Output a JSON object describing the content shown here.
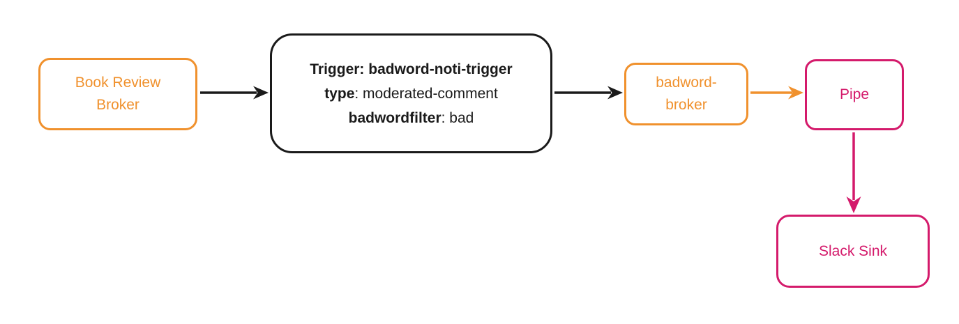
{
  "colors": {
    "orange": "#F0912D",
    "pink": "#D41A6B",
    "black": "#1A1A1A",
    "background": "#FFFFFF"
  },
  "nodes": {
    "book_review_broker": {
      "label_line1": "Book Review",
      "label_line2": "Broker"
    },
    "trigger": {
      "line1": "Trigger: badword-noti-trigger",
      "line2_key": "type",
      "line2_value": ": moderated-comment",
      "line3_key": "badwordfilter",
      "line3_value": ": bad"
    },
    "badword_broker": {
      "label_line1": "badword-",
      "label_line2": "broker"
    },
    "pipe": {
      "label": "Pipe"
    },
    "slack_sink": {
      "label": "Slack Sink"
    }
  }
}
